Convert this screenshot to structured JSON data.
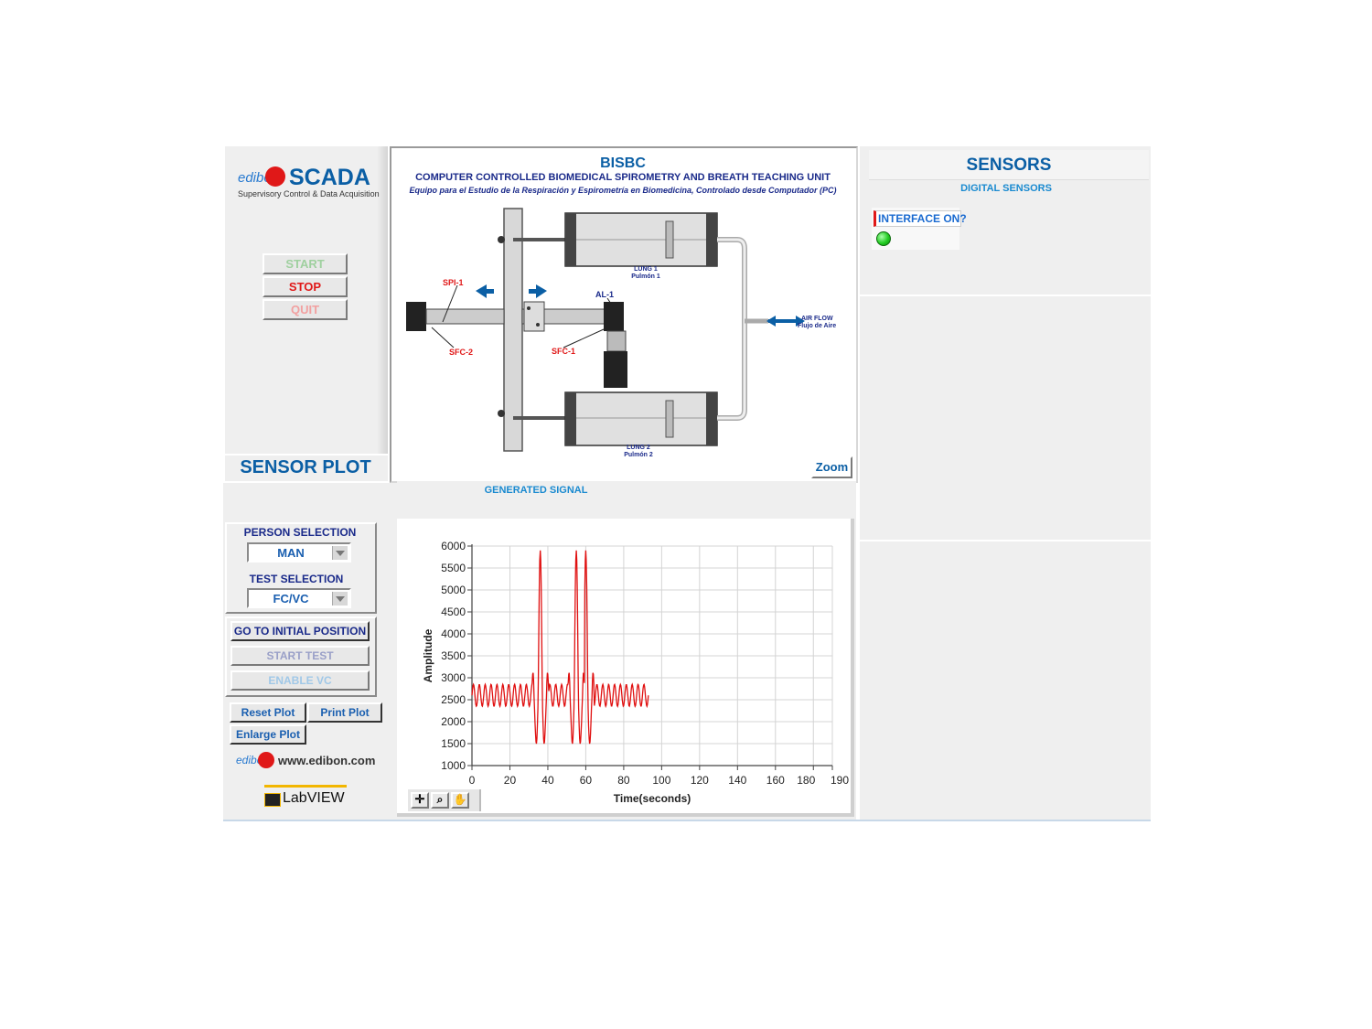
{
  "brand": {
    "logo_small": "edibon",
    "logo_main": "SCADA",
    "tagline": "Supervisory Control & Data Acquisition",
    "website": "www.edibon.com",
    "labview": "LabVIEW"
  },
  "control": {
    "start": "START",
    "stop": "STOP",
    "quit": "QUIT"
  },
  "header": {
    "code": "BISBC",
    "title": "COMPUTER CONTROLLED BIOMEDICAL SPIROMETRY AND BREATH TEACHING UNIT",
    "subtitle": "Equipo para el Estudio de la Respiración y Espirometría en Biomedicina, Controlado desde Computador (PC)"
  },
  "diagram": {
    "spi1": "SPI-1",
    "sfc2": "SFC-2",
    "sfc1": "SFC-1",
    "al1": "AL-1",
    "lung1": "LUNG 1",
    "lung1_es": "Pulmón 1",
    "lung2": "LUNG 2",
    "lung2_es": "Pulmón 2",
    "airflow": "AIR FLOW",
    "airflow_es": "Flujo de Aire",
    "zoom": "Zoom"
  },
  "sensor_plot": {
    "title": "SENSOR PLOT",
    "person_label": "PERSON SELECTION",
    "person_value": "MAN",
    "test_label": "TEST SELECTION",
    "test_value": "FC/VC",
    "go_initial": "GO TO INITIAL POSITION",
    "start_test": "START TEST",
    "enable_vc": "ENABLE VC",
    "reset_plot": "Reset Plot",
    "print_plot": "Print Plot",
    "enlarge_plot": "Enlarge Plot"
  },
  "sensors": {
    "title": "SENSORS",
    "digital": "DIGITAL SENSORS",
    "interface_label": "INTERFACE ON?",
    "interface_on": true,
    "led_color": "#22cc22"
  },
  "chart_data": {
    "type": "line",
    "title": "GENERATED SIGNAL",
    "xlabel": "Time(seconds)",
    "ylabel": "Amplitude",
    "xlim": [
      0,
      190
    ],
    "ylim": [
      1000,
      6000
    ],
    "x_ticks": [
      0,
      20,
      40,
      60,
      80,
      100,
      120,
      140,
      160,
      180,
      190
    ],
    "y_ticks": [
      1000,
      1500,
      2000,
      2500,
      3000,
      3500,
      4000,
      4500,
      5000,
      5500,
      6000
    ],
    "grid": true,
    "color": "#e01010",
    "signal": {
      "baseline": 2600,
      "oscillation_amplitude": 250,
      "oscillation_period": 3.1,
      "x_end": 93,
      "spikes": [
        {
          "x": 36,
          "high": 5900,
          "low": 1100
        },
        {
          "x": 55,
          "high": 5900,
          "low": 1100
        },
        {
          "x": 60,
          "high": 5900,
          "low": 1100
        }
      ]
    }
  }
}
